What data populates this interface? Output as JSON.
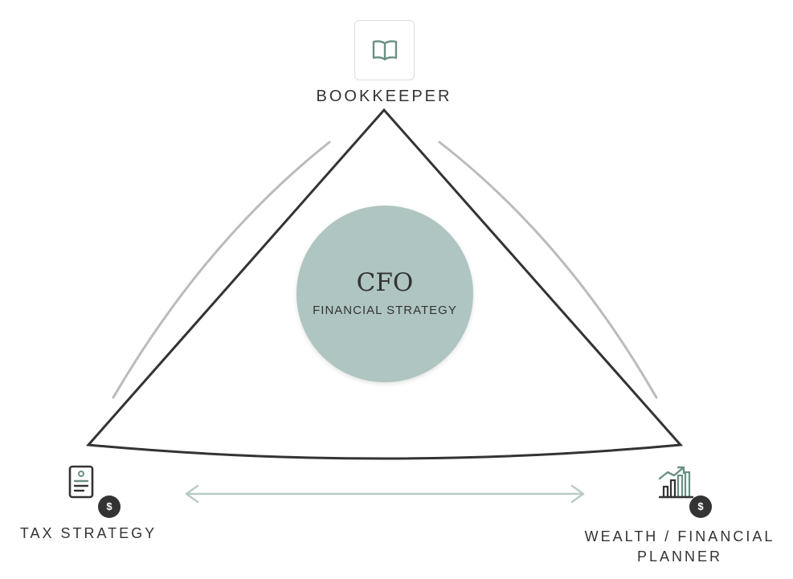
{
  "roles": {
    "top": {
      "label": "BOOKKEEPER",
      "icon": "book-icon"
    },
    "bottom_left": {
      "label": "TAX STRATEGY",
      "icon": "tax-document-icon",
      "badge": "$"
    },
    "bottom_right": {
      "label": "WEALTH / FINANCIAL PLANNER",
      "icon": "growth-chart-icon",
      "badge": "$"
    }
  },
  "center": {
    "title": "CFO",
    "subtitle": "FINANCIAL STRATEGY"
  },
  "colors": {
    "accent": "#6b8f85",
    "circle_fill": "#afc5c1",
    "triangle_stroke": "#333333",
    "arc_stroke": "#bbbbbb",
    "arrow_stroke": "#b9cbc7",
    "text": "#333333"
  }
}
